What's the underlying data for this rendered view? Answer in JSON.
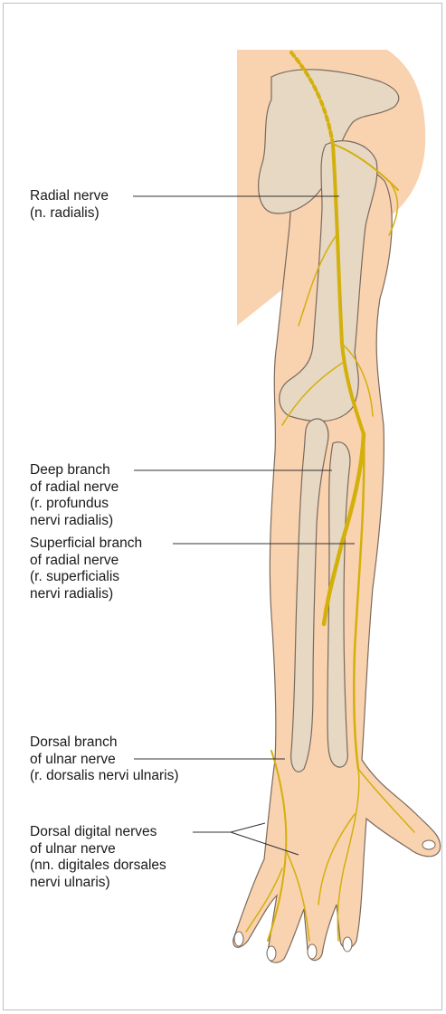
{
  "labels": {
    "radial": {
      "line1": "Radial nerve",
      "line2": "(n. radialis)"
    },
    "deep": {
      "line1": "Deep branch",
      "line2": "of radial nerve",
      "line3": "(r. profundus",
      "line4": "nervi radialis)"
    },
    "superficial": {
      "line1": "Superficial branch",
      "line2": "of radial nerve",
      "line3": "(r. superficialis",
      "line4": "nervi radialis)"
    },
    "dorsal": {
      "line1": "Dorsal branch",
      "line2": "of ulnar nerve",
      "line3": "(r. dorsalis nervi ulnaris)"
    },
    "digital": {
      "line1": "Dorsal digital nerves",
      "line2": "of ulnar nerve",
      "line3": "(nn. digitales dorsales",
      "line4": "nervi ulnaris)"
    }
  },
  "colors": {
    "skin": "#f9d2b0",
    "bone": "#e6d8c3",
    "nerve": "#d4b00a",
    "outline": "#7a6a5c"
  }
}
